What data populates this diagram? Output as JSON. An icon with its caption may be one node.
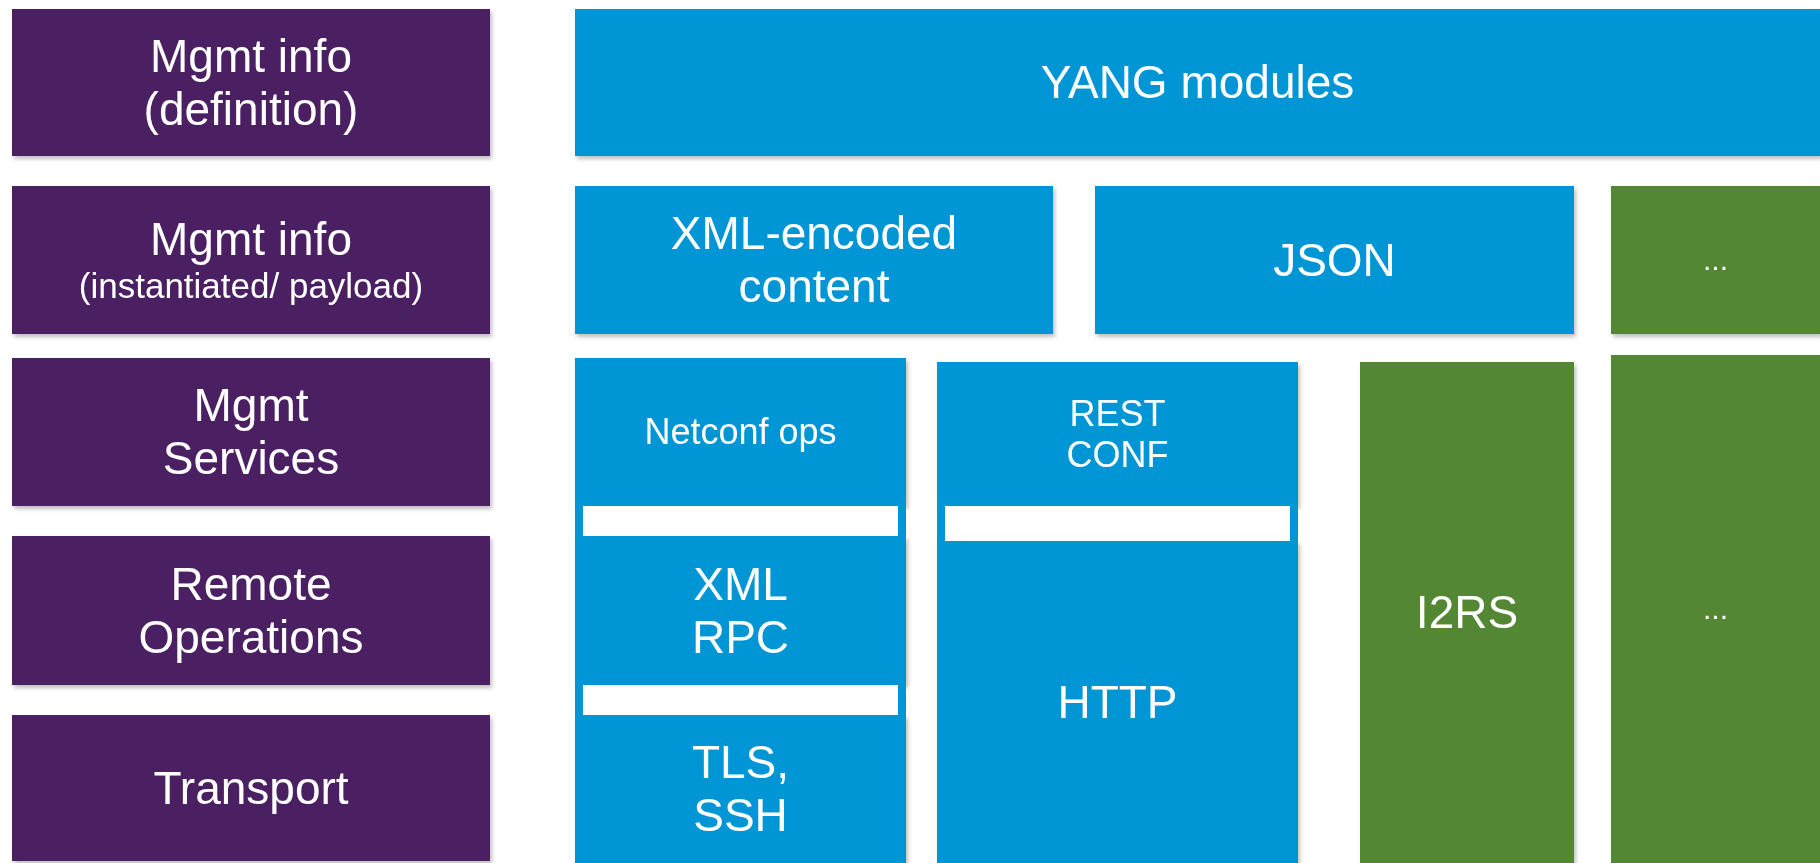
{
  "diagram": {
    "nodes": [
      {
        "text": [
          "Mgmt info",
          "(definition)"
        ]
      },
      {
        "text": [
          "Mgmt info",
          "(instantiated/ payload)"
        ]
      },
      {
        "text": [
          "Mgmt Services"
        ]
      },
      {
        "text": [
          "Remote Operations"
        ]
      },
      {
        "text": [
          "Transport"
        ]
      },
      {
        "text": [
          "YANG modules"
        ]
      },
      {
        "text": [
          "XML-encoded content"
        ]
      },
      {
        "text": [
          "JSON"
        ]
      },
      {
        "text": [
          "..."
        ]
      },
      {
        "text": [
          "Netconf ops"
        ]
      },
      {
        "text": [
          "REST CONF"
        ]
      },
      {
        "text": [
          "I2RS"
        ]
      },
      {
        "text": [
          "..."
        ]
      },
      {
        "text": [
          "XML RPC"
        ]
      },
      {
        "text": [
          "HTTP"
        ]
      },
      {
        "text": [
          "TLS, SSH"
        ]
      },
      {
        "text": [],
        "shape": "bar"
      },
      {
        "text": [],
        "shape": "bar"
      },
      {
        "text": [],
        "shape": "bar"
      }
    ]
  }
}
